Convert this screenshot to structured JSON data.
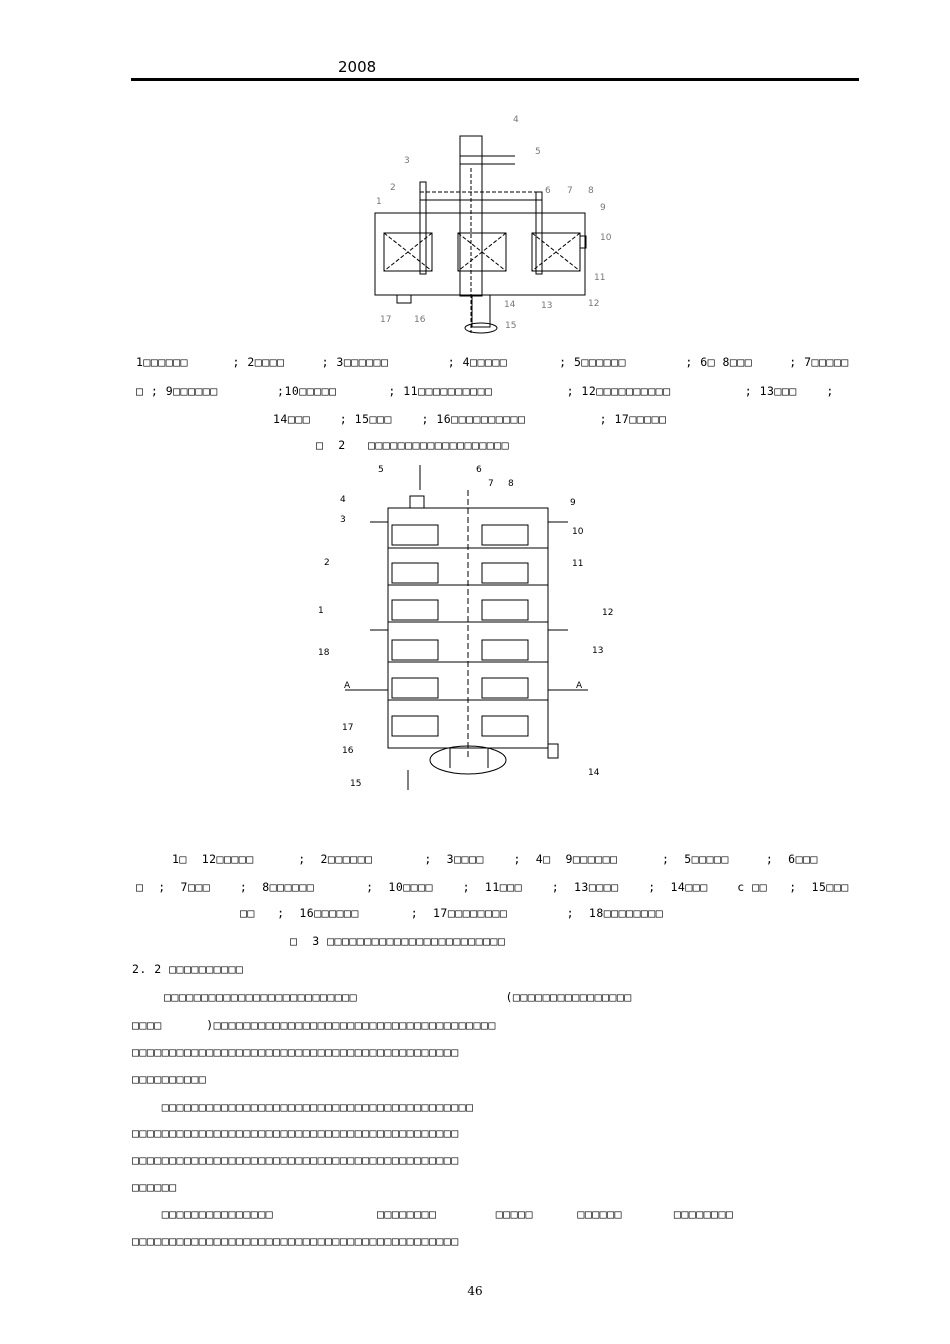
{
  "header": {
    "year": "2008"
  },
  "figure2": {
    "numbers": [
      "1",
      "2",
      "3",
      "4",
      "5",
      "6",
      "7",
      "8",
      "9",
      "10",
      "11",
      "12",
      "13",
      "14",
      "15",
      "16",
      "17"
    ],
    "caption_lines": [
      "1□□□□□□      ; 2□□□□     ; 3□□□□□□        ; 4□□□□□       ; 5□□□□□□        ; 6□ 8□□□     ; 7□□□□□",
      "□ ; 9□□□□□□        ;10□□□□□       ; 11□□□□□□□□□□          ; 12□□□□□□□□□□          ; 13□□□    ;",
      "14□□□    ; 15□□□    ; 16□□□□□□□□□□          ; 17□□□□□",
      "□  2   □□□□□□□□□□□□□□□□□□□"
    ]
  },
  "figure3": {
    "numbers": [
      "1",
      "2",
      "3",
      "4",
      "5",
      "6",
      "7",
      "8",
      "9",
      "10",
      "11",
      "12",
      "13",
      "14",
      "15",
      "16",
      "17",
      "18"
    ],
    "section_label": "A",
    "caption_lines": [
      "1□  12□□□□□      ;  2□□□□□□       ;  3□□□□    ;  4□  9□□□□□□      ;  5□□□□□     ;  6□□□",
      "□  ;  7□□□    ;  8□□□□□□       ;  10□□□□    ;  11□□□    ;  13□□□□    ;  14□□□    c □□   ;  15□□□",
      "□□   ;  16□□□□□□       ;  17□□□□□□□□        ;  18□□□□□□□□",
      "□  3 □□□□□□□□□□□□□□□□□□□□□□□□"
    ]
  },
  "section": {
    "heading": "2. 2 □□□□□□□□□□",
    "paragraphs": [
      "□□□□□□□□□□□□□□□□□□□□□□□□□□                    (□□□□□□□□□□□□□□□□",
      "□□□□      )□□□□□□□□□□□□□□□□□□□□□□□□□□□□□□□□□□□□□□",
      "□□□□□□□□□□□□□□□□□□□□□□□□□□□□□□□□□□□□□□□□□□□□",
      "□□□□□□□□□□",
      "    □□□□□□□□□□□□□□□□□□□□□□□□□□□□□□□□□□□□□□□□□□",
      "□□□□□□□□□□□□□□□□□□□□□□□□□□□□□□□□□□□□□□□□□□□□",
      "□□□□□□□□□□□□□□□□□□□□□□□□□□□□□□□□□□□□□□□□□□□□",
      "□□□□□□",
      "    □□□□□□□□□□□□□□□              □□□□□□□□        □□□□□      □□□□□□       □□□□□□□□",
      "□□□□□□□□□□□□□□□□□□□□□□□□□□□□□□□□□□□□□□□□□□□□"
    ]
  },
  "footer": {
    "page": "46"
  }
}
